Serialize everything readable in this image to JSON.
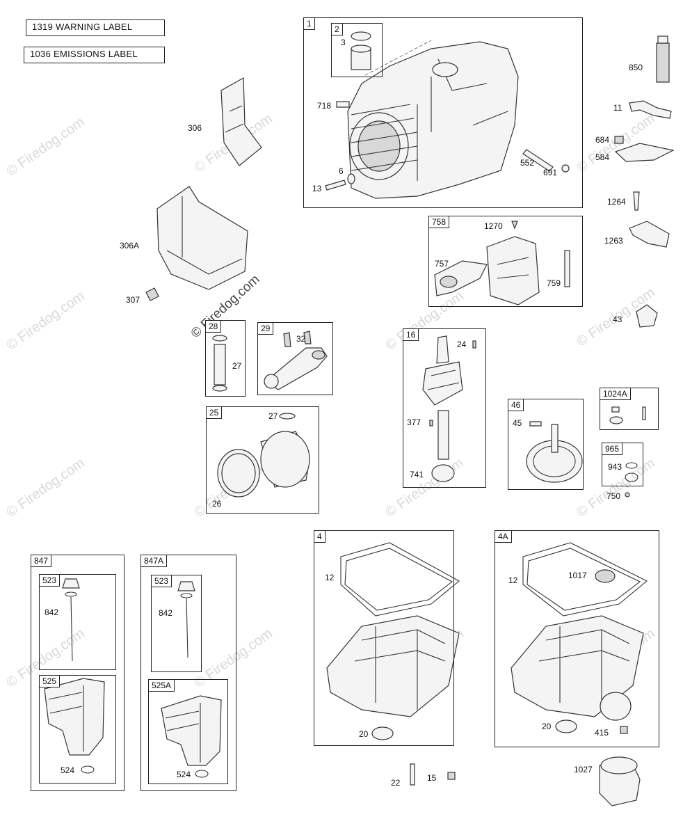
{
  "labels": {
    "warning": "1319 WARNING LABEL",
    "emissions": "1036 EMISSIONS LABEL"
  },
  "watermark": {
    "text": "© Firedog.com",
    "main_text": "© Firedog.com"
  },
  "groups": {
    "g1": "1",
    "g2": "2",
    "g758": "758",
    "g28": "28",
    "g29": "29",
    "g16": "16",
    "g25": "25",
    "g46": "46",
    "g1024A": "1024A",
    "g965": "965",
    "g847": "847",
    "g847A": "847A",
    "g523a": "523",
    "g525": "525",
    "g523b": "523",
    "g525A": "525A",
    "g4": "4",
    "g4A": "4A"
  },
  "parts": {
    "p3": "3",
    "p718": "718",
    "p6": "6",
    "p13": "13",
    "p552": "552",
    "p691": "691",
    "p850": "850",
    "p11": "11",
    "p684": "684",
    "p584": "584",
    "p1264": "1264",
    "p1263": "1263",
    "p43": "43",
    "p306": "306",
    "p306A": "306A",
    "p307": "307",
    "p1270": "1270",
    "p757": "757",
    "p759": "759",
    "p27a": "27",
    "p32": "32",
    "p24": "24",
    "p377": "377",
    "p741": "741",
    "p27b": "27",
    "p26": "26",
    "p45": "45",
    "p943": "943",
    "p750": "750",
    "p842a": "842",
    "p524a": "524",
    "p842b": "842",
    "p524b": "524",
    "p12a": "12",
    "p20a": "20",
    "p12b": "12",
    "p1017": "1017",
    "p20b": "20",
    "p415": "415",
    "p22": "22",
    "p15": "15",
    "p1027": "1027"
  }
}
